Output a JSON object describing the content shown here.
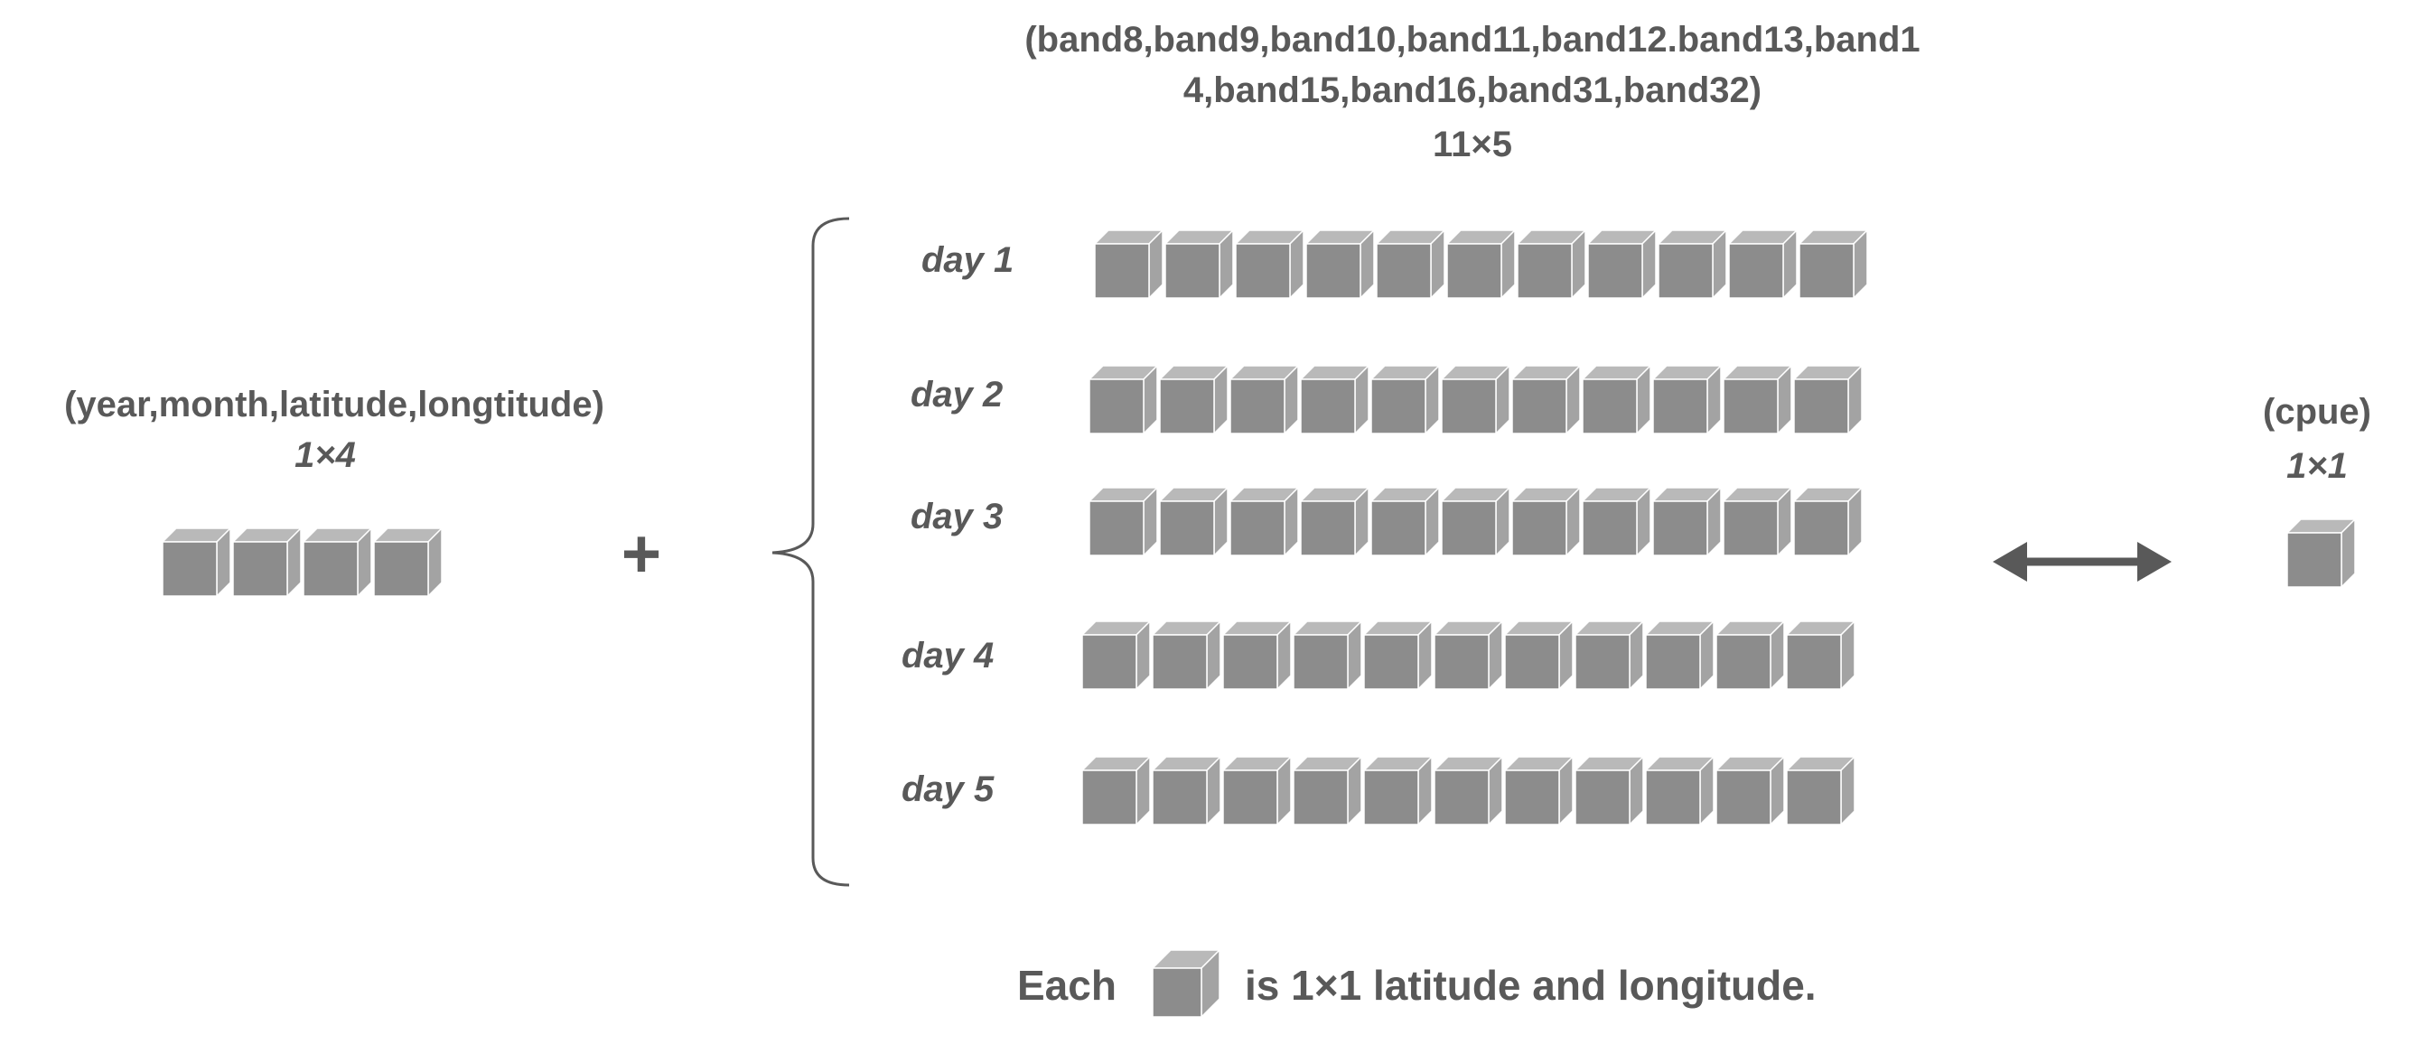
{
  "bands": {
    "line1": "(band8,band9,band10,band11,band12.band13,band1",
    "line2": "4,band15,band16,band31,band32)",
    "dims": "11×5",
    "cubes_per_row": 11
  },
  "days": [
    {
      "label": "day 1"
    },
    {
      "label": "day 2"
    },
    {
      "label": "day 3"
    },
    {
      "label": "day 4"
    },
    {
      "label": "day 5"
    }
  ],
  "static_input": {
    "label": "(year,month,latitude,longtitude)",
    "dims": "1×4",
    "cube_count": 4
  },
  "plus_symbol": "+",
  "output": {
    "label": "(cpue)",
    "dims": "1×1",
    "cube_count": 1
  },
  "legend": {
    "prefix": "Each",
    "suffix": "is 1×1 latitude and longitude."
  },
  "colors": {
    "cube_front": "#8c8c8c",
    "cube_top": "#b9b9b9",
    "cube_side": "#a3a3a3",
    "cube_edge": "#ffffff",
    "text": "#595959",
    "arrow": "#595959",
    "brace": "#595959"
  }
}
